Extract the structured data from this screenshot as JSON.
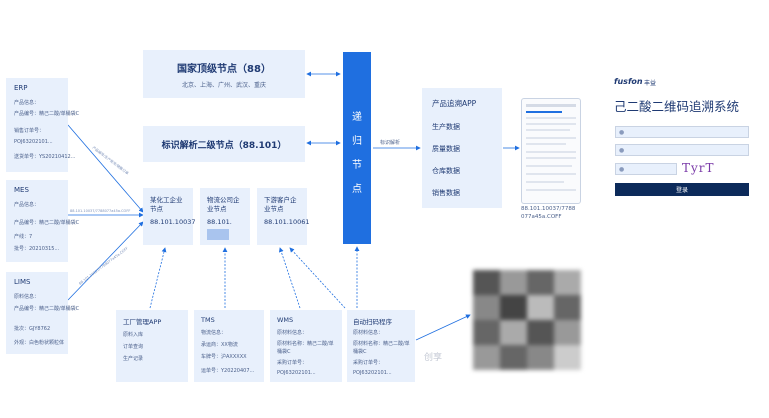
{
  "national_node": {
    "title": "国家顶级节点（88）",
    "cities": "北京、上海、广州、武汉、重庆"
  },
  "secondary_node": {
    "title": "标识解析二级节点（88.101）"
  },
  "recursive_node": {
    "chars": [
      "递",
      "归",
      "节",
      "点"
    ]
  },
  "recursive_link_label": "标识解析",
  "left_systems": [
    {
      "title": "ERP",
      "lines": [
        "产品信息：",
        "产品编号：精己二酸/单桶袋C",
        "销售订单号：",
        "POJ63202101...",
        "送货单号：YS20210412..."
      ]
    },
    {
      "title": "MES",
      "lines": [
        "产品信息：",
        "产品编号：精己二酸/单桶袋C",
        "产线：7",
        "批号：20210315..."
      ]
    },
    {
      "title": "LIMS",
      "lines": [
        "原料信息：",
        "产品编号：精己二酸/单桶袋C",
        "批次：GJY8762",
        "外观：白色粉状颗粒体"
      ]
    }
  ],
  "left_arrow_labels": [
    "产品编号/生产批号/销售订单",
    "88.101.10037/7788077a45a.COFF",
    "88.101.10037/7788077a45a.COFF"
  ],
  "enterprise_nodes": [
    {
      "name": "某化工企业节点",
      "code": "88.101.10037"
    },
    {
      "name": "物流公司企业节点",
      "code": "88.101."
    },
    {
      "name": "下游客户企业节点",
      "code": "88.101.10061"
    }
  ],
  "bottom_systems": [
    {
      "title": "工厂管理APP",
      "lines": [
        "原料入库",
        "订单查询",
        "生产记录"
      ]
    },
    {
      "title": "TMS",
      "lines": [
        "物流信息：",
        "承运商：XX物流",
        "车牌号：沪AXXXXX",
        "运单号：Y20220407..."
      ]
    },
    {
      "title": "WMS",
      "lines": [
        "原材料信息：",
        "原材料名称：精己二酸/单桶袋C",
        "采购订单号：",
        "POJ63202101..."
      ]
    },
    {
      "title": "自动扫码程序",
      "lines": [
        "原材料信息：",
        "原材料名称：精己二酸/单桶袋C",
        "采购订单号：",
        "POJ63202101..."
      ]
    }
  ],
  "trace_app": {
    "title": "产品追溯APP",
    "items": [
      "生产数据",
      "质量数据",
      "仓库数据",
      "销售数据"
    ]
  },
  "phone_caption": [
    "88.101.10037/7788",
    "077a45a.COFF"
  ],
  "login": {
    "logo_text": "fusfon",
    "logo_sub": "丰益",
    "system_title": "己二酸二维码追溯系统",
    "captcha": "TyrT",
    "login_button": "登录"
  },
  "watermark": "创享",
  "colors": {
    "box": "#e8f0fc",
    "accent": "#1f6fe0",
    "dark": "#1f3a73",
    "login_btn": "#0c2a5a"
  }
}
